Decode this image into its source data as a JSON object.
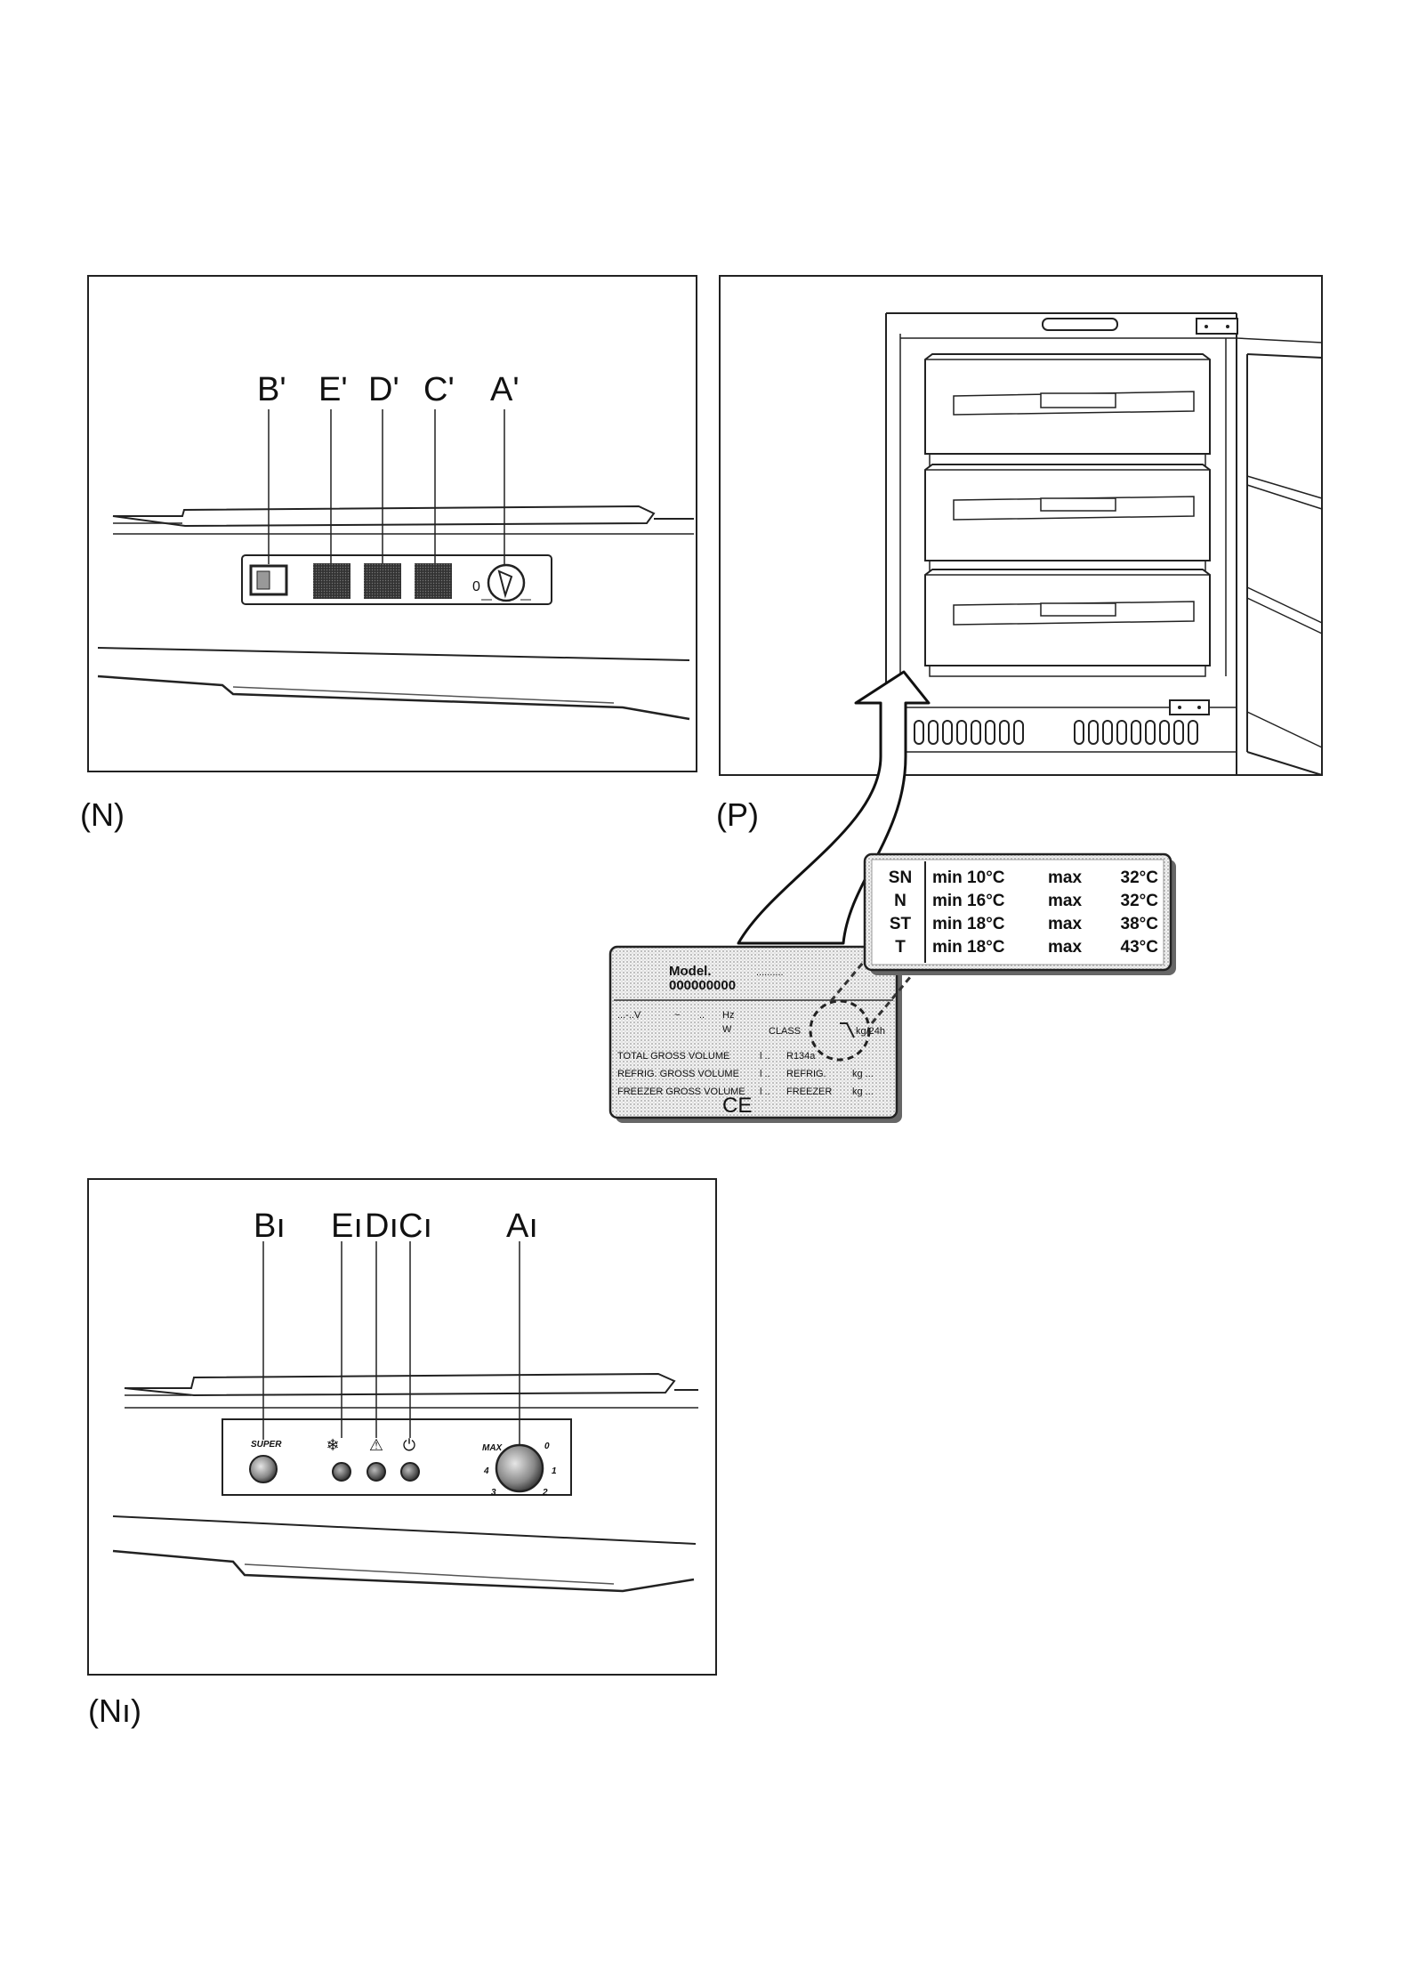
{
  "panel_n": {
    "caption": "(N)",
    "labels": [
      "B'",
      "E'",
      "D'",
      "C'",
      "A'"
    ],
    "dial_zero": "0"
  },
  "panel_p": {
    "caption": "(P)"
  },
  "panel_n1": {
    "caption": "(Nı)",
    "labels": [
      "Bı",
      "Eı",
      "Dı",
      "Cı",
      "Aı"
    ],
    "super_label": "SUPER",
    "snowflake": "❄",
    "warning": "⚠",
    "power": "⏻",
    "dial": {
      "max": "MAX",
      "n0": "0",
      "n1": "1",
      "n2": "2",
      "n3": "3",
      "n4": "4"
    }
  },
  "climate_table": {
    "rows": [
      {
        "class": "SN",
        "min": "min 10°C",
        "max_label": "max",
        "max": "32°C"
      },
      {
        "class": "N",
        "min": "min 16°C",
        "max_label": "max",
        "max": "32°C"
      },
      {
        "class": "ST",
        "min": "min 18°C",
        "max_label": "max",
        "max": "38°C"
      },
      {
        "class": "T",
        "min": "min 18°C",
        "max_label": "max",
        "max": "43°C"
      }
    ]
  },
  "rating_plate": {
    "model_label": "Model.",
    "model_dots": "..........",
    "model_number": "000000000",
    "volt": "...-..V",
    "dash1": "~",
    "dash2": "..",
    "hz": "Hz",
    "w": "W",
    "class_label": "CLASS",
    "kg24h": "kg/24h",
    "total_gross": "TOTAL GROSS VOLUME",
    "refrig_gross": "REFRIG. GROSS VOLUME",
    "freezer_gross": "FREEZER GROSS VOLUME",
    "l1": "l ..",
    "l2": "l ..",
    "l3": "l ..",
    "r134a": "R134a",
    "refrig": "REFRIG.",
    "freezer": "FREEZER",
    "kg1": "kg ...",
    "kg2": "kg ...",
    "ce": "CE"
  }
}
